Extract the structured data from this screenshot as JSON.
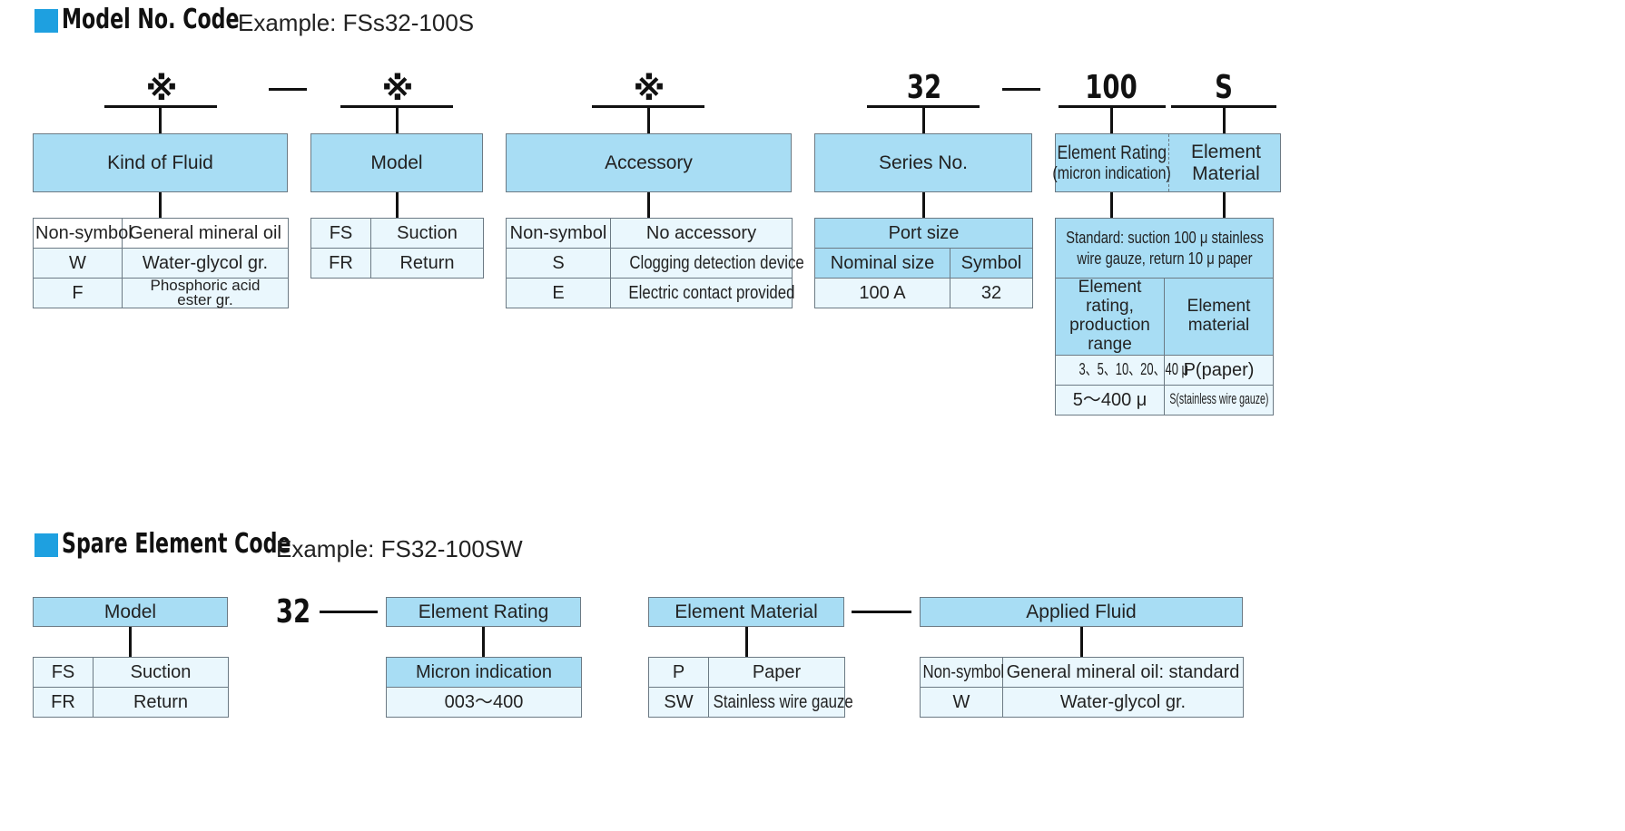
{
  "model_code": {
    "title": "Model No. Code",
    "example": "Example: FSs32-100S",
    "symbols": [
      "※",
      "※",
      "※",
      "32",
      "100",
      "S"
    ],
    "dash": "—",
    "kind_of_fluid": {
      "header": "Kind of Fluid",
      "rows": [
        [
          "Non-symbol",
          "General mineral oil"
        ],
        [
          "W",
          "Water-glycol gr."
        ],
        [
          "F",
          "Phosphoric acid ester gr."
        ]
      ]
    },
    "model": {
      "header": "Model",
      "rows": [
        [
          "FS",
          "Suction"
        ],
        [
          "FR",
          "Return"
        ]
      ]
    },
    "accessory": {
      "header": "Accessory",
      "rows": [
        [
          "Non-symbol",
          "No accessory"
        ],
        [
          "S",
          "Clogging detection device"
        ],
        [
          "E",
          "Electric contact provided"
        ]
      ]
    },
    "series": {
      "header": "Series No.",
      "port_size": "Port size",
      "col_headers": [
        "Nominal size",
        "Symbol"
      ],
      "rows": [
        [
          "100 A",
          "32"
        ]
      ]
    },
    "element": {
      "rating_header_1": "Element Rating",
      "rating_header_2": "(micron indication)",
      "material_header": "Element Material",
      "standard": "Standard: suction 100 μ stainless wire gauze, return 10 μ paper",
      "col_headers": [
        "Element rating, production range",
        "Element material"
      ],
      "rows": [
        [
          "3、5、10、20、40 μ",
          "P(paper)"
        ],
        [
          "5～400 μ",
          "S(stainless wire gauze)"
        ]
      ]
    }
  },
  "spare_code": {
    "title": "Spare Element Code",
    "example": "Example: FS32-100SW",
    "series_symbol": "32",
    "model": {
      "header": "Model",
      "rows": [
        [
          "FS",
          "Suction"
        ],
        [
          "FR",
          "Return"
        ]
      ]
    },
    "rating": {
      "header": "Element Rating",
      "sub_header": "Micron indication",
      "value": "003～400"
    },
    "material": {
      "header": "Element Material",
      "rows": [
        [
          "P",
          "Paper"
        ],
        [
          "SW",
          "Stainless wire gauze"
        ]
      ]
    },
    "fluid": {
      "header": "Applied Fluid",
      "rows": [
        [
          "Non-symbol",
          "General mineral oil: standard"
        ],
        [
          "W",
          "Water-glycol gr."
        ]
      ]
    }
  }
}
